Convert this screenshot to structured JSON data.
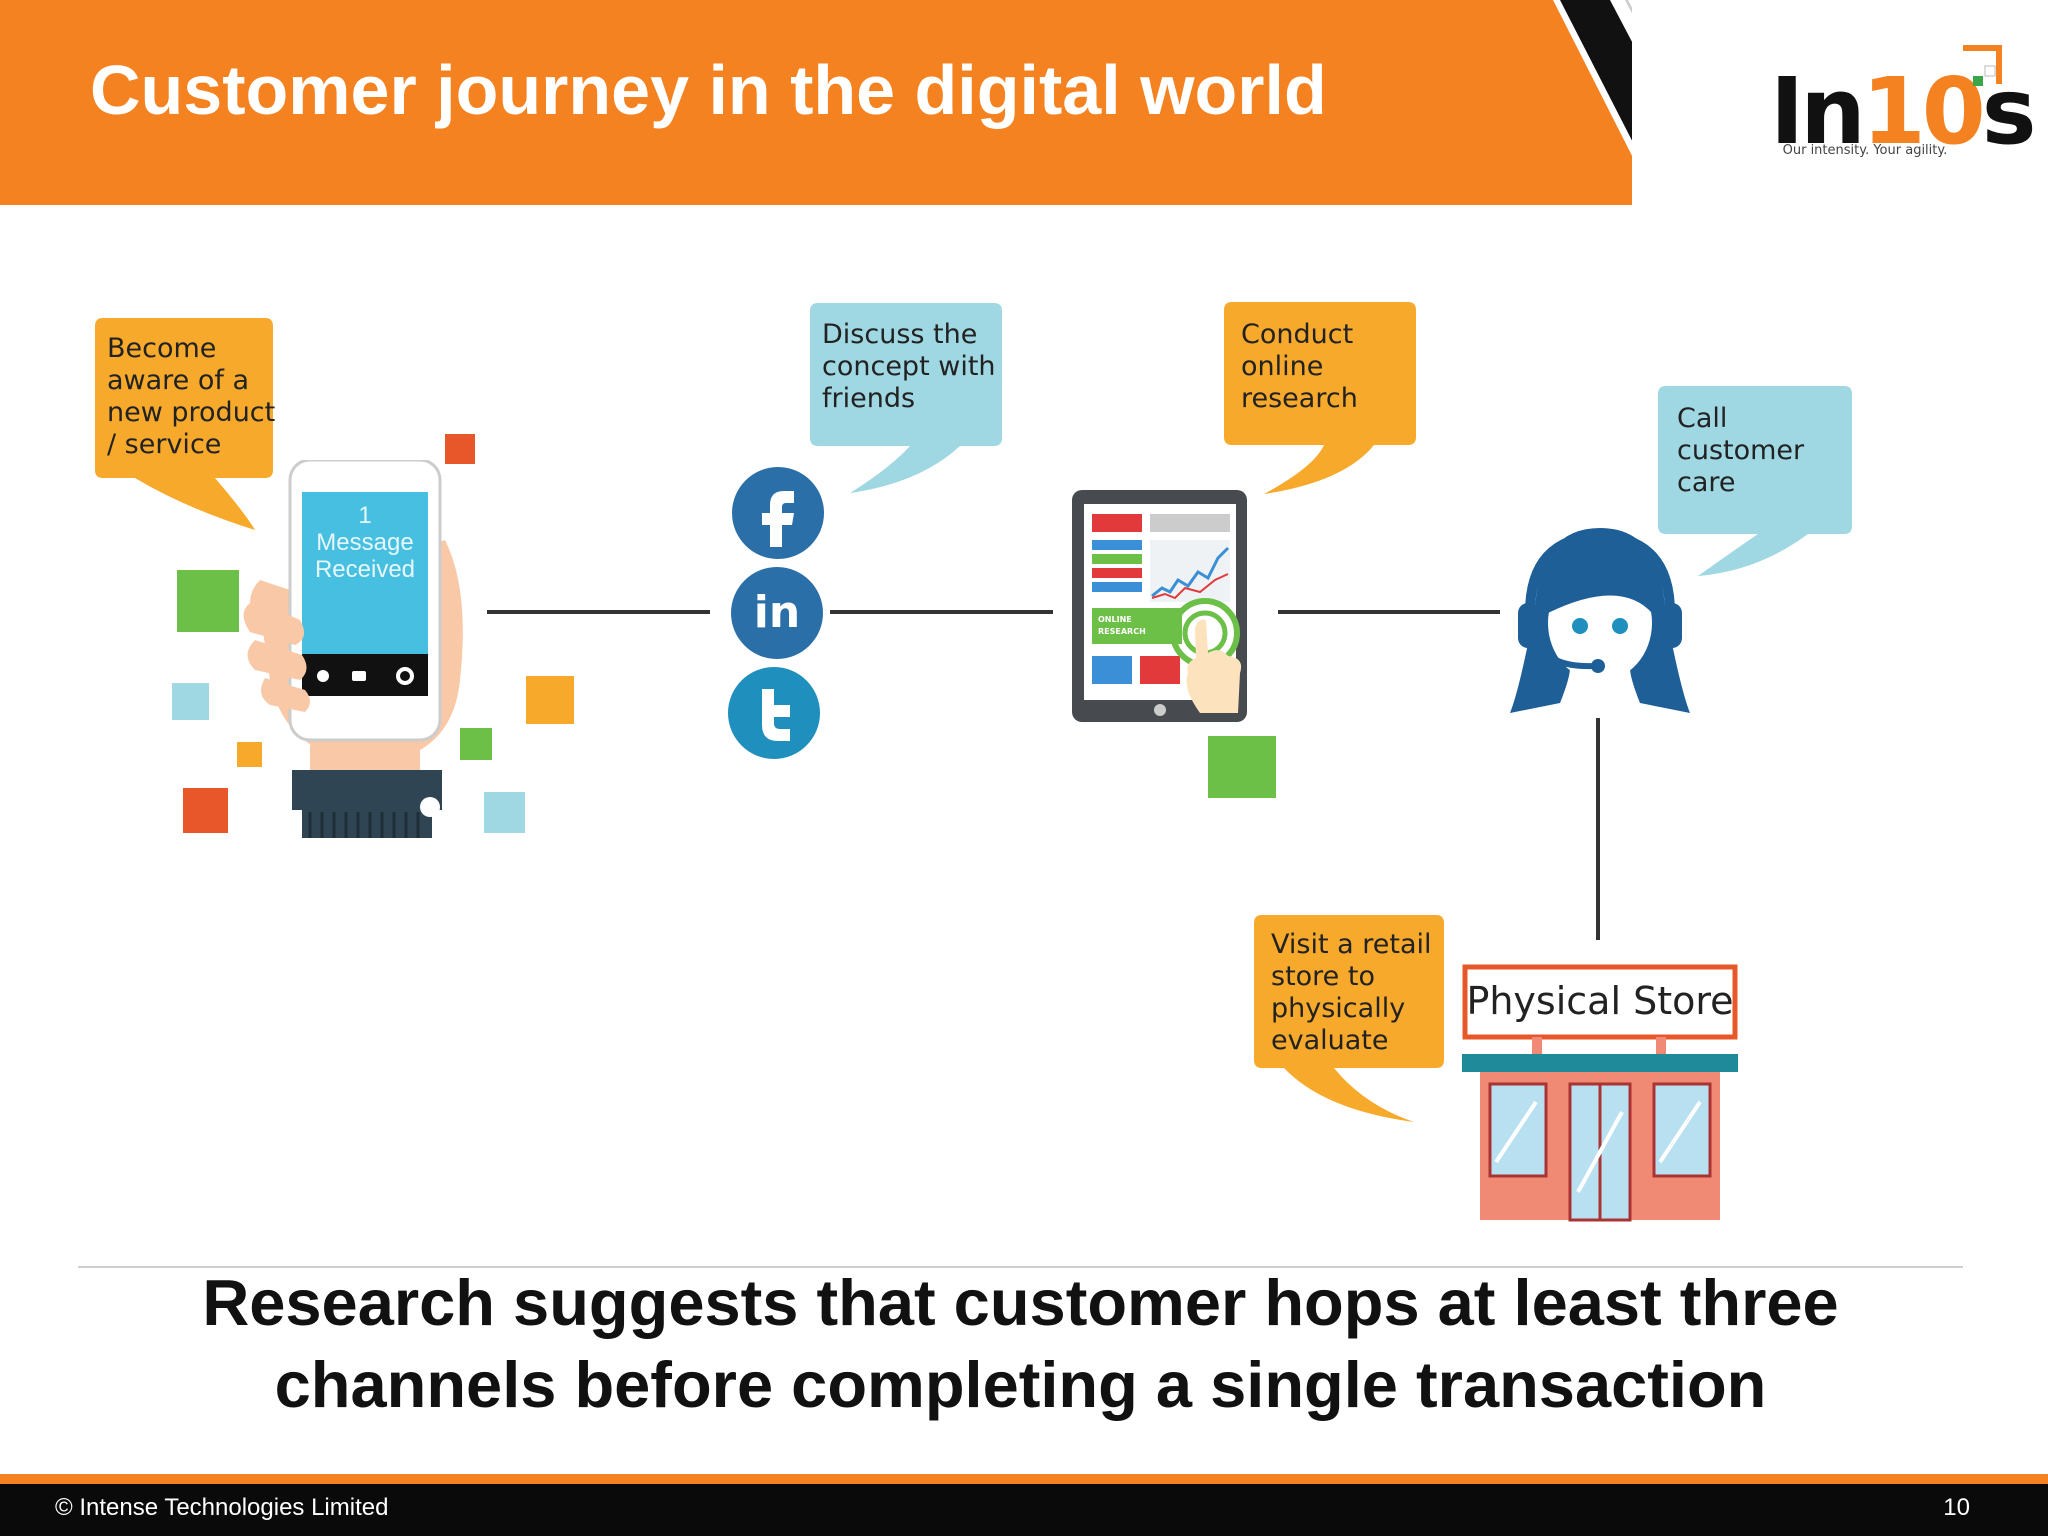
{
  "header": {
    "title": "Customer journey in the digital world",
    "accent_color": "#f58220"
  },
  "logo": {
    "text_main": "In",
    "text_accent": "10",
    "text_end": "s",
    "tagline": "Our intensity. Your agility."
  },
  "diagram": {
    "phone_screen_text": "1\nMessage\nReceived",
    "steps": [
      {
        "label": "Become\naware of a\nnew product\n/ service",
        "bubble_color": "#f7a92c"
      },
      {
        "label": "Discuss the\nconcept with\nfriends",
        "bubble_color": "#9fd7e2"
      },
      {
        "label": "Conduct\nonline\nresearch",
        "bubble_color": "#f7a92c"
      },
      {
        "label": "Call\ncustomer\ncare",
        "bubble_color": "#9fd7e2"
      },
      {
        "label": "Visit a retail\nstore to\nphysically\nevaluate",
        "bubble_color": "#f7a92c"
      }
    ],
    "social_icons": [
      "facebook-icon",
      "linkedin-icon",
      "twitter-icon"
    ],
    "tablet_label": "ONLINE RESEARCH",
    "store_sign": "Physical Store"
  },
  "note": "Research suggests that customer hops at least three channels before completing a single transaction",
  "footer": {
    "copyright": "© Intense Technologies Limited",
    "page_number": "10"
  }
}
